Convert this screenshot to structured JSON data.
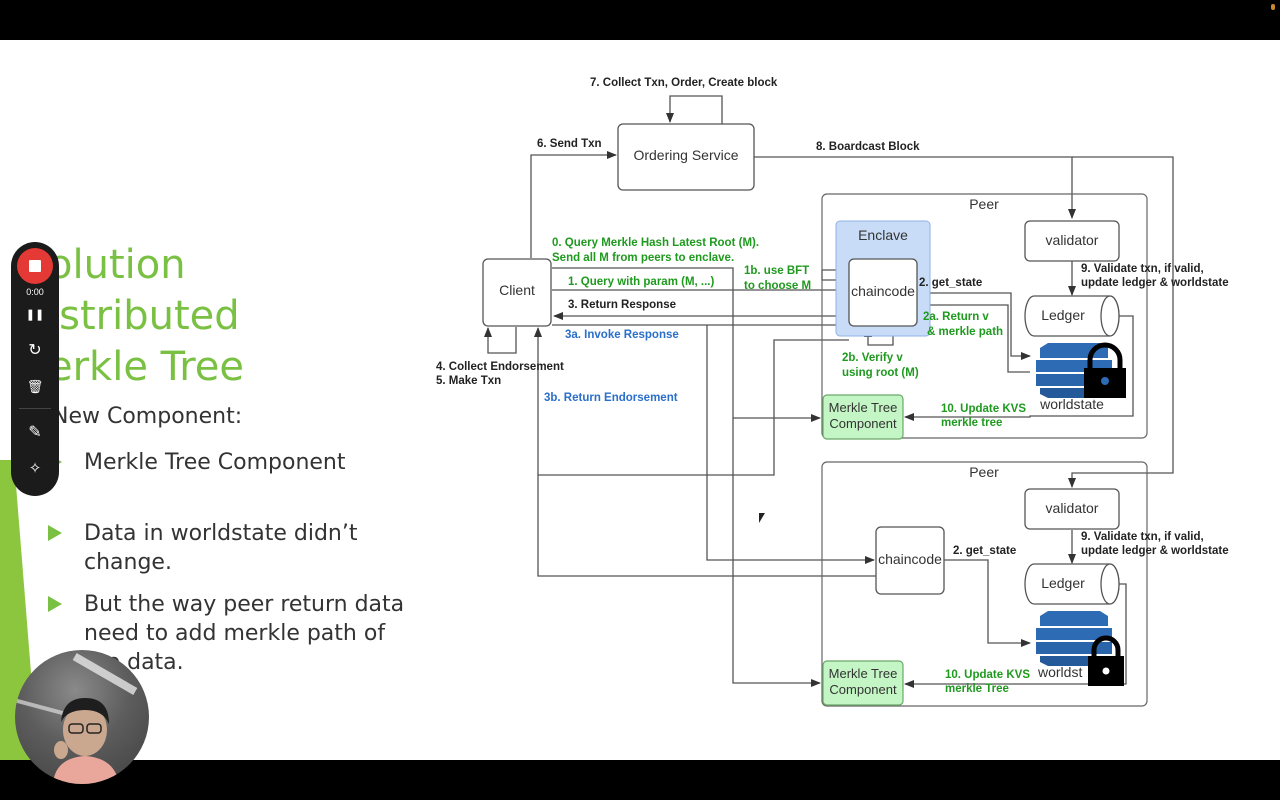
{
  "slide": {
    "title_lines": [
      "olution",
      "istributed",
      "erkle Tree"
    ],
    "subheading": "New Component:",
    "bullets": [
      {
        "text": "Merkle Tree Component"
      },
      {
        "text": "Data in worldstate didn’t change."
      },
      {
        "text": "But the way peer return data need to add merkle path of the data."
      }
    ]
  },
  "recorder": {
    "time": "0:00",
    "buttons": [
      {
        "name": "stop",
        "icon": "stop-icon"
      },
      {
        "name": "pause",
        "icon": "pause-icon"
      },
      {
        "name": "restart",
        "icon": "restart-icon"
      },
      {
        "name": "delete",
        "icon": "trash-icon"
      },
      {
        "name": "draw",
        "icon": "pencil-icon"
      },
      {
        "name": "effects",
        "icon": "sparkle-icon"
      }
    ],
    "glyphs": {
      "pause": "❚❚",
      "restart": "↻",
      "delete": "🗑",
      "draw": "✎",
      "effects": "✧"
    }
  },
  "diagram": {
    "nodes": {
      "ordering_service": "Ordering Service",
      "client": "Client",
      "peer1": "Peer",
      "peer2": "Peer",
      "enclave": "Enclave",
      "chaincode1": "chaincode",
      "chaincode2": "chaincode",
      "validator1": "validator",
      "validator2": "validator",
      "ledger1": "Ledger",
      "ledger2": "Ledger",
      "worldstate1": "worldstate",
      "worldstate2": "worldst",
      "merkle1_line1": "Merkle Tree",
      "merkle1_line2": "Component",
      "merkle2_line1": "Merkle Tree",
      "merkle2_line2": "Component"
    },
    "labels": {
      "step7": "7. Collect Txn, Order, Create block",
      "step6": "6. Send Txn",
      "step8": "8. Boardcast Block",
      "step0_line1": "0. Query Merkle Hash Latest Root (M).",
      "step0_line2": "Send all M from peers to enclave.",
      "step1": "1. Query with param (M, ...)",
      "step1b_line1": "1b. use BFT",
      "step1b_line2": "to choose M",
      "step3": "3. Return Response",
      "step3a": "3a. Invoke Response",
      "step3b": "3b. Return Endorsement",
      "step4": "4. Collect Endorsement",
      "step5": "5. Make Txn",
      "step2_p1": "2. get_state",
      "step2a_line1": "2a. Return v",
      "step2a_line2": "& merkle path",
      "step2b_line1": "2b. Verify v",
      "step2b_line2": "using root (M)",
      "step9_p1_line1": "9. Validate txn, if valid,",
      "step9_p1_line2": "update ledger & worldstate",
      "step10_p1_line1": "10. Update KVS",
      "step10_p1_line2": "merkle tree",
      "step2_p2": "2. get_state",
      "step9_p2_line1": "9. Validate txn, if valid,",
      "step9_p2_line2": "update ledger & worldstate",
      "step10_p2_line1": "10. Update KVS",
      "step10_p2_line2": "merkle Tree"
    },
    "colors": {
      "enclave_fill": "#c9dcf7",
      "merkle_fill": "#c4f5c4",
      "db_blue": "#2d6bb5",
      "green_text": "#1f9a1f",
      "blue_text": "#2a6fc9"
    }
  }
}
